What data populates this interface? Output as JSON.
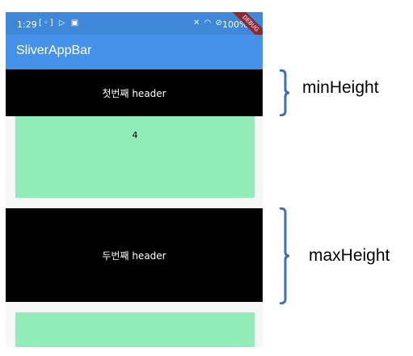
{
  "status_bar": {
    "time": "1:29",
    "left_icons": [
      "screenshot-icon",
      "play-store-icon",
      "clipboard-icon"
    ],
    "left_glyphs": "[◦] ▷ ▣",
    "right_icons": [
      "mute-icon",
      "wifi-icon",
      "no-disturb-icon"
    ],
    "right_glyphs": "✕ ◠ ⊘",
    "battery": "100%",
    "debug_banner": "DEBUG"
  },
  "app_bar": {
    "title": "SliverAppBar"
  },
  "headers": [
    {
      "label": "첫번째 header"
    },
    {
      "label": "두번째 header"
    }
  ],
  "list_items": [
    {
      "label": "4"
    }
  ],
  "annotations": {
    "min": "minHeight",
    "max": "maxHeight"
  },
  "colors": {
    "status_bar": "#3f87d9",
    "app_bar": "#4592ea",
    "header_bg": "#000000",
    "green_item": "#90edb7",
    "brace": "#3f6fb5"
  }
}
